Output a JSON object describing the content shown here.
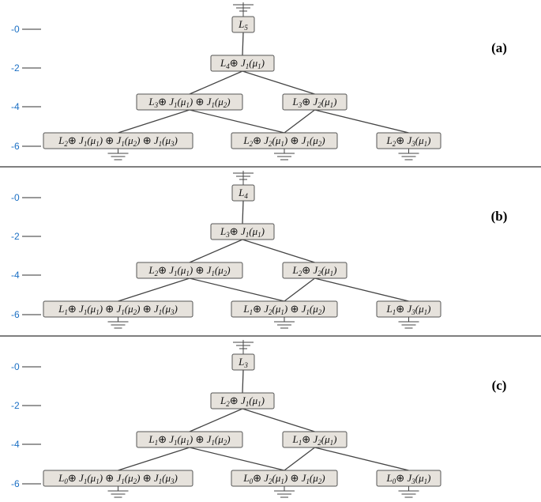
{
  "panels": [
    {
      "label": "(a)",
      "axis_ticks": [
        "-0",
        "-2",
        "-4",
        "-6"
      ],
      "nodes": [
        {
          "id": "top",
          "text": "L5"
        },
        {
          "id": "l1",
          "text": "L4⊕ J1(μ1)"
        },
        {
          "id": "l2a",
          "text": "L3⊕ J1(μ1) ⊕ J1(μ2)"
        },
        {
          "id": "l2b",
          "text": "L3⊕ J2(μ1)"
        },
        {
          "id": "l3a",
          "text": "L2⊕ J1(μ1) ⊕ J1(μ2) ⊕ J1(μ3)"
        },
        {
          "id": "l3b",
          "text": "L2⊕ J2(μ1) ⊕ J1(μ2)"
        },
        {
          "id": "l3c",
          "text": "L2⊕ J3(μ1)"
        }
      ]
    },
    {
      "label": "(b)",
      "axis_ticks": [
        "-0",
        "-2",
        "-4",
        "-6"
      ],
      "nodes": [
        {
          "id": "top",
          "text": "L4"
        },
        {
          "id": "l1",
          "text": "L3⊕ J1(μ1)"
        },
        {
          "id": "l2a",
          "text": "L2⊕ J1(μ1) ⊕ J1(μ2)"
        },
        {
          "id": "l2b",
          "text": "L2⊕ J2(μ1)"
        },
        {
          "id": "l3a",
          "text": "L1⊕ J1(μ1) ⊕ J1(μ2) ⊕ J1(μ3)"
        },
        {
          "id": "l3b",
          "text": "L1⊕ J2(μ1) ⊕ J1(μ2)"
        },
        {
          "id": "l3c",
          "text": "L1⊕ J3(μ1)"
        }
      ]
    },
    {
      "label": "(c)",
      "axis_ticks": [
        "-0",
        "-2",
        "-4",
        "-6"
      ],
      "nodes": [
        {
          "id": "top",
          "text": "L3"
        },
        {
          "id": "l1",
          "text": "L2⊕ J1(μ1)"
        },
        {
          "id": "l2a",
          "text": "L1⊕ J1(μ1) ⊕ J1(μ2)"
        },
        {
          "id": "l2b",
          "text": "L1⊕ J2(μ1)"
        },
        {
          "id": "l3a",
          "text": "L0⊕ J1(μ1) ⊕ J1(μ2) ⊕ J1(μ3)"
        },
        {
          "id": "l3b",
          "text": "L0⊕ J2(μ1) ⊕ J1(μ2)"
        },
        {
          "id": "l3c",
          "text": "L0⊕ J3(μ1)"
        }
      ]
    }
  ],
  "edges": [
    [
      "top",
      "l1"
    ],
    [
      "l1",
      "l2a"
    ],
    [
      "l1",
      "l2b"
    ],
    [
      "l2a",
      "l3a"
    ],
    [
      "l2a",
      "l3b"
    ],
    [
      "l2b",
      "l3b"
    ],
    [
      "l2b",
      "l3c"
    ]
  ],
  "grounded_nodes": [
    "top",
    "l3a",
    "l3b",
    "l3c"
  ]
}
